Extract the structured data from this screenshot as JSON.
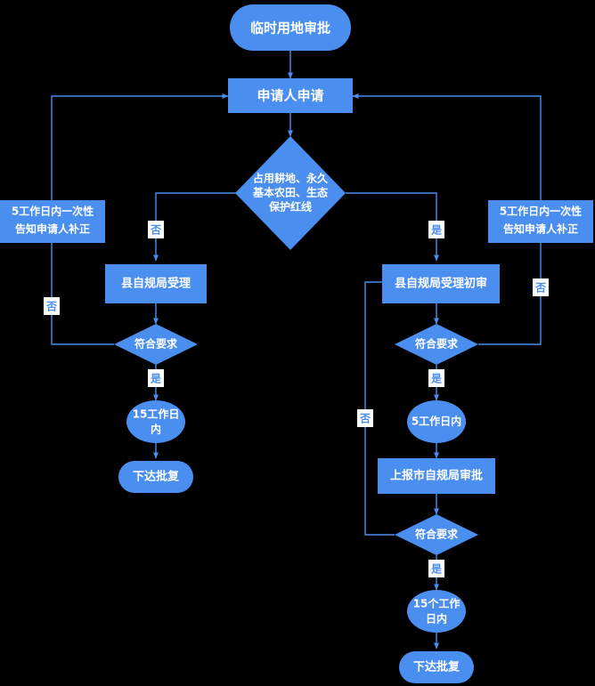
{
  "diagram": {
    "title": "临时用地审批",
    "type": "flowchart",
    "colors": {
      "background": "#000000",
      "node_fill": "#4a8ef0",
      "node_text": "#ffffff",
      "edge_line": "#4a8ef0",
      "edge_label_text": "#4a8ef0",
      "edge_label_bg": "#ffffff"
    },
    "nodes": [
      {
        "id": "start",
        "shape": "stadium",
        "label": "临时用地审批"
      },
      {
        "id": "apply",
        "shape": "rect",
        "label": "申请人申请"
      },
      {
        "id": "decision_land",
        "shape": "diamond",
        "label_lines": [
          "占用耕地、永久",
          "基本农田、生态",
          "保护红线"
        ]
      },
      {
        "id": "notify_left",
        "shape": "rect",
        "label_lines": [
          "5工作日内一次性",
          "告知申请人补正"
        ]
      },
      {
        "id": "notify_right",
        "shape": "rect",
        "label_lines": [
          "5工作日内一次性",
          "告知申请人补正"
        ]
      },
      {
        "id": "county_accept",
        "shape": "rect",
        "label": "县自规局受理"
      },
      {
        "id": "check_left",
        "shape": "diamond",
        "label": "符合要求"
      },
      {
        "id": "days15_left",
        "shape": "ellipse",
        "label_lines": [
          "15工作日",
          "内"
        ]
      },
      {
        "id": "reply_left",
        "shape": "stadium",
        "label": "下达批复"
      },
      {
        "id": "county_first",
        "shape": "rect",
        "label": "县自规局受理初审"
      },
      {
        "id": "check_right",
        "shape": "diamond",
        "label": "符合要求"
      },
      {
        "id": "days5_right",
        "shape": "ellipse",
        "label": "5工作日内"
      },
      {
        "id": "city_report",
        "shape": "rect",
        "label": "上报市自规局审批"
      },
      {
        "id": "check_city",
        "shape": "diamond",
        "label": "符合要求"
      },
      {
        "id": "days15_right",
        "shape": "ellipse",
        "label_lines": [
          "15个工作",
          "日内"
        ]
      },
      {
        "id": "reply_right",
        "shape": "stadium",
        "label": "下达批复"
      }
    ],
    "edges": [
      {
        "from": "start",
        "to": "apply",
        "label": ""
      },
      {
        "from": "apply",
        "to": "decision_land",
        "label": ""
      },
      {
        "from": "decision_land",
        "to": "county_accept",
        "label": "否"
      },
      {
        "from": "decision_land",
        "to": "county_first",
        "label": "是"
      },
      {
        "from": "county_accept",
        "to": "check_left",
        "label": ""
      },
      {
        "from": "check_left",
        "to": "notify_left",
        "label": "否"
      },
      {
        "from": "check_left",
        "to": "days15_left",
        "label": "是"
      },
      {
        "from": "notify_left",
        "to": "apply",
        "label": ""
      },
      {
        "from": "days15_left",
        "to": "reply_left",
        "label": ""
      },
      {
        "from": "county_first",
        "to": "check_right",
        "label": ""
      },
      {
        "from": "check_right",
        "to": "notify_right",
        "label": "否"
      },
      {
        "from": "check_right",
        "to": "days5_right",
        "label": "是"
      },
      {
        "from": "notify_right",
        "to": "apply",
        "label": ""
      },
      {
        "from": "days5_right",
        "to": "city_report",
        "label": ""
      },
      {
        "from": "city_report",
        "to": "check_city",
        "label": ""
      },
      {
        "from": "check_city",
        "to": "county_first",
        "label": "否"
      },
      {
        "from": "check_city",
        "to": "days15_right",
        "label": "是"
      },
      {
        "from": "days15_right",
        "to": "reply_right",
        "label": ""
      }
    ],
    "edge_labels": {
      "no": "否",
      "yes": "是"
    }
  }
}
